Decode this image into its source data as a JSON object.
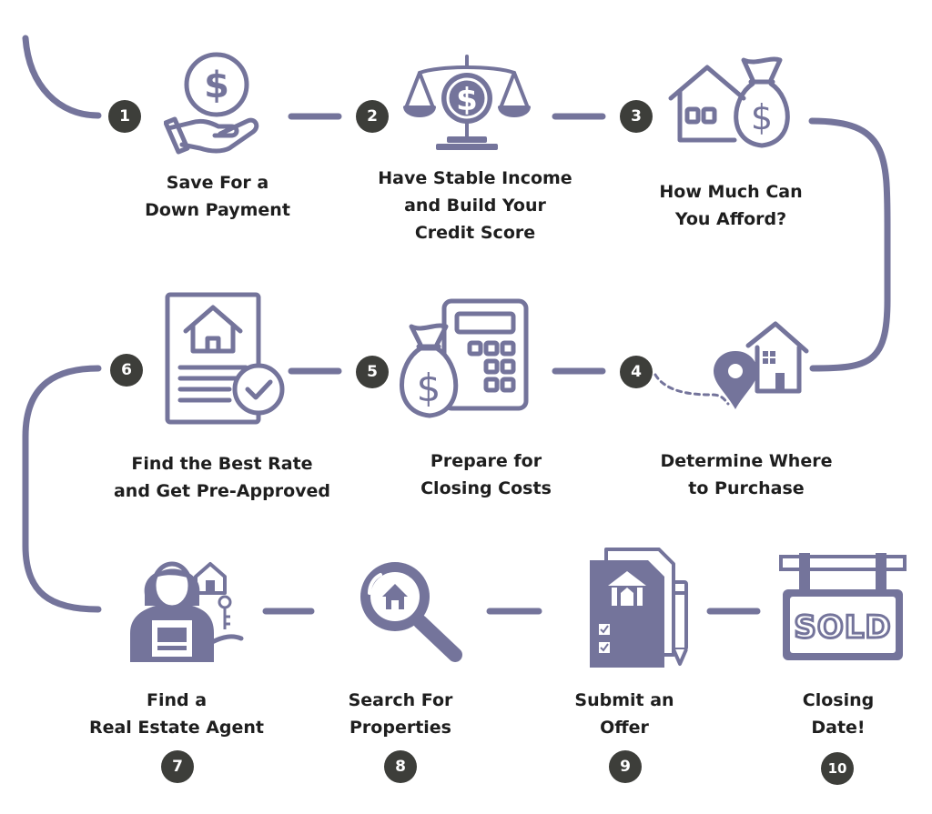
{
  "colors": {
    "accent": "#74749b",
    "badge": "#3d3e3a",
    "label": "#1e1e1e",
    "background": "#ffffff"
  },
  "steps": [
    {
      "number": "1",
      "title": "Save For a\nDown Payment",
      "icon": "hand-holding-dollar-icon"
    },
    {
      "number": "2",
      "title": "Have Stable Income\nand Build Your\nCredit Score",
      "icon": "balance-scale-dollar-icon"
    },
    {
      "number": "3",
      "title": "How Much Can\nYou Afford?",
      "icon": "house-money-bag-icon"
    },
    {
      "number": "4",
      "title": "Determine Where\nto Purchase",
      "icon": "location-pin-house-icon"
    },
    {
      "number": "5",
      "title": "Prepare for\nClosing Costs",
      "icon": "calculator-money-bag-icon"
    },
    {
      "number": "6",
      "title": "Find the Best Rate\nand Get Pre-Approved",
      "icon": "approved-document-icon"
    },
    {
      "number": "7",
      "title": "Find a\nReal Estate Agent",
      "icon": "real-estate-agent-icon"
    },
    {
      "number": "8",
      "title": "Search For\nProperties",
      "icon": "magnifier-house-icon"
    },
    {
      "number": "9",
      "title": "Submit an\nOffer",
      "icon": "offer-document-icon"
    },
    {
      "number": "10",
      "title": "Closing\nDate!",
      "icon": "sold-sign-icon"
    }
  ],
  "sold_sign_text": "SOLD"
}
